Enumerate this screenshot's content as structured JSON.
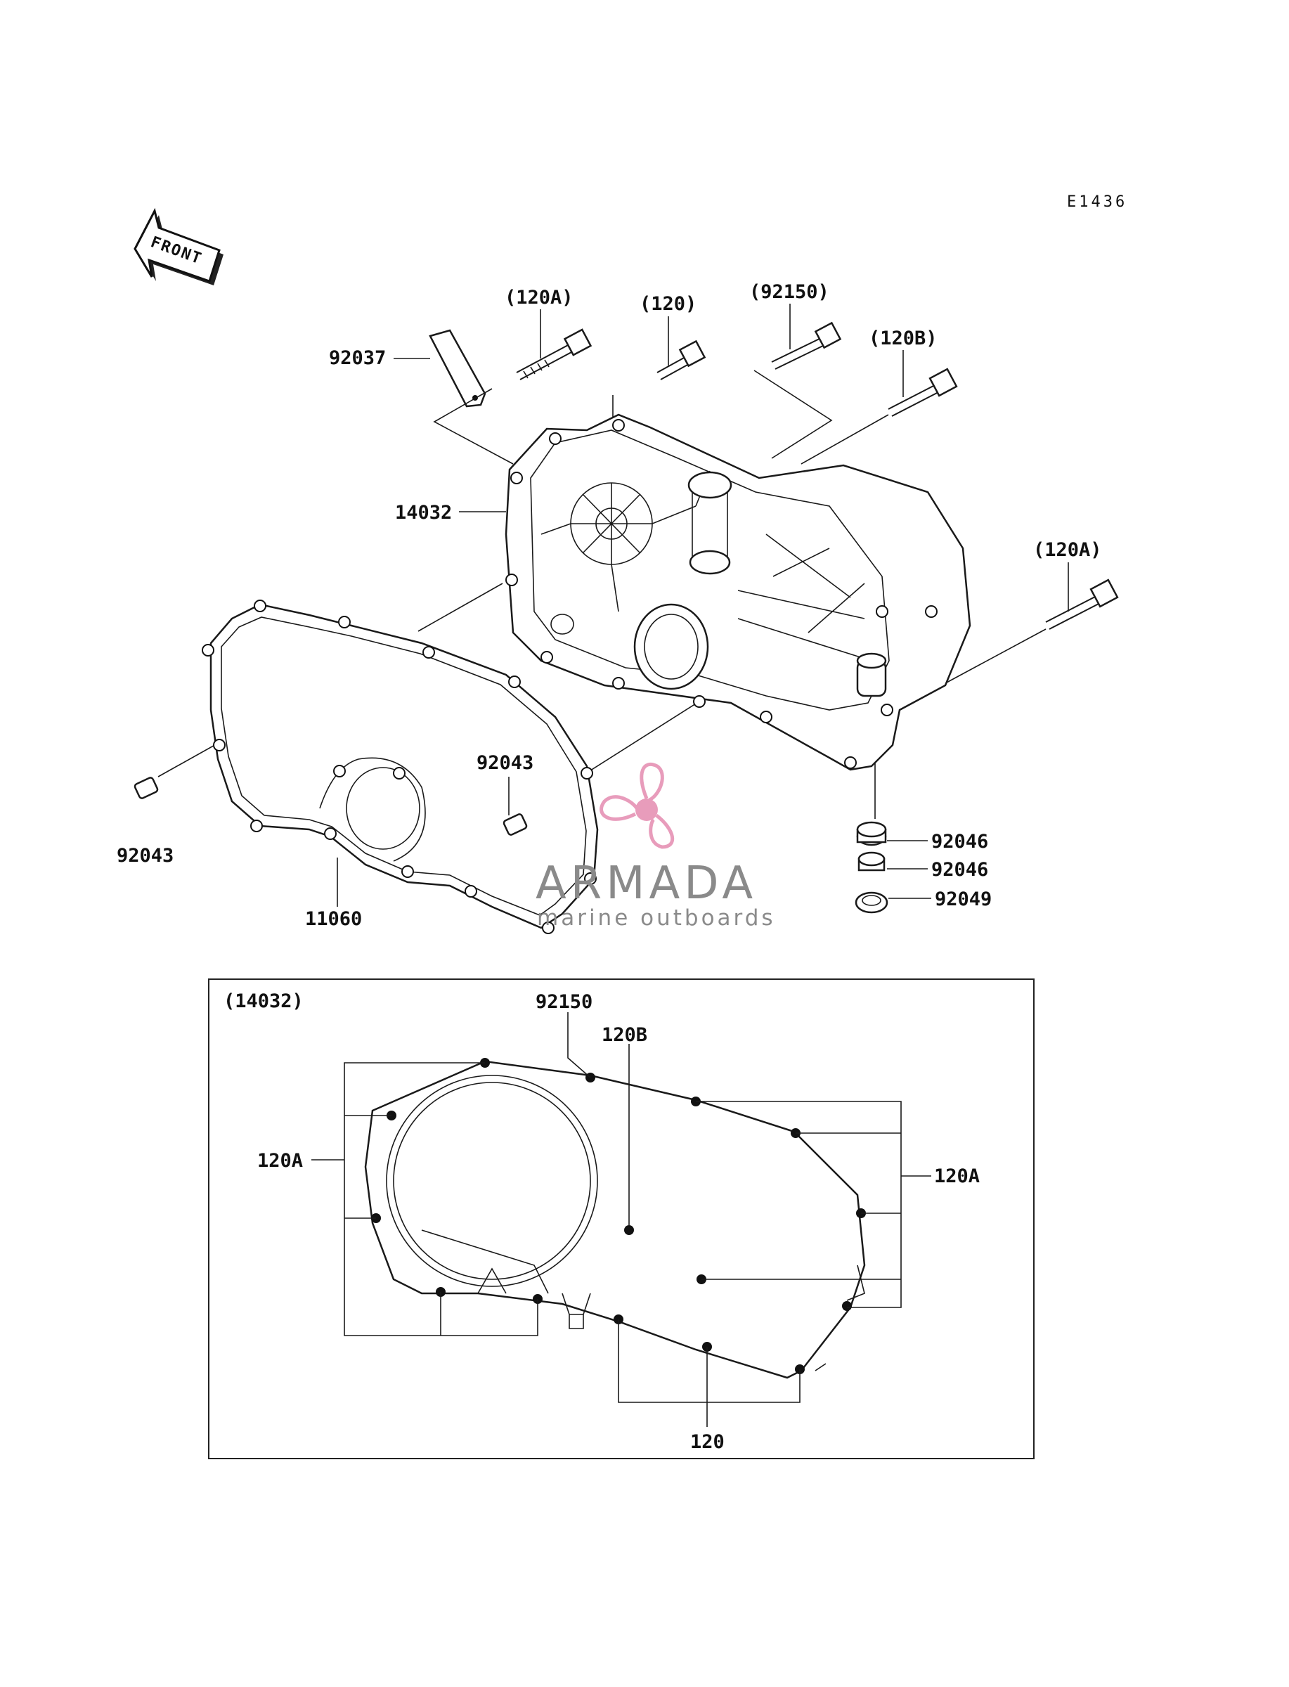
{
  "diagram_code": "E1436",
  "front_label": "FRONT",
  "callouts": {
    "top_bolt_a": "(120A)",
    "top_bolt": "(120)",
    "top_bolt_92150": "(92150)",
    "top_bolt_b": "(120B)",
    "right_bolt_a": "(120A)",
    "bracket": "92037",
    "cover": "14032",
    "dowel_center": "92043",
    "dowel_left": "92043",
    "gasket": "11060",
    "bearing_1": "92046",
    "bearing_2": "92046",
    "oil_seal": "92049"
  },
  "inset": {
    "title": "(14032)",
    "label_92150": "92150",
    "label_120b": "120B",
    "label_120a_left": "120A",
    "label_120a_right": "120A",
    "label_120": "120"
  },
  "watermark": {
    "name": "ARMADA",
    "tagline": "marine outboards",
    "accent_color": "#e48bb0",
    "text_color": "#8a8a8a"
  }
}
